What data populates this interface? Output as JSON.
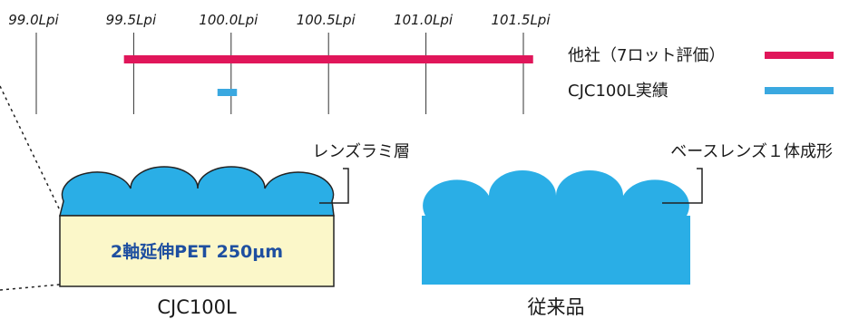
{
  "chart_data": {
    "type": "range",
    "x_ticks": [
      "99.0Lpi",
      "99.5Lpi",
      "100.0Lpi",
      "100.5Lpi",
      "101.0Lpi",
      "101.5Lpi"
    ],
    "x_tick_values": [
      99.0,
      99.5,
      100.0,
      100.5,
      101.0,
      101.5
    ],
    "series": [
      {
        "name": "他社（7ロット評価）",
        "range": [
          99.45,
          101.55
        ],
        "color": "#e0165a"
      },
      {
        "name": "CJC100L実績",
        "range": [
          99.93,
          100.03
        ],
        "color": "#3aa8e0"
      }
    ],
    "grid": true
  },
  "diagram": {
    "left": {
      "caption": "CJC100L",
      "base_label": "2軸延伸PET 250μm",
      "callout": "レンズラミ層",
      "colors": {
        "lens": "#2aaee6",
        "base": "#fbf7c9",
        "outline": "#222222"
      }
    },
    "right": {
      "caption": "従来品",
      "callout": "ベースレンズ１体成形",
      "colors": {
        "body": "#2aaee6"
      }
    }
  }
}
